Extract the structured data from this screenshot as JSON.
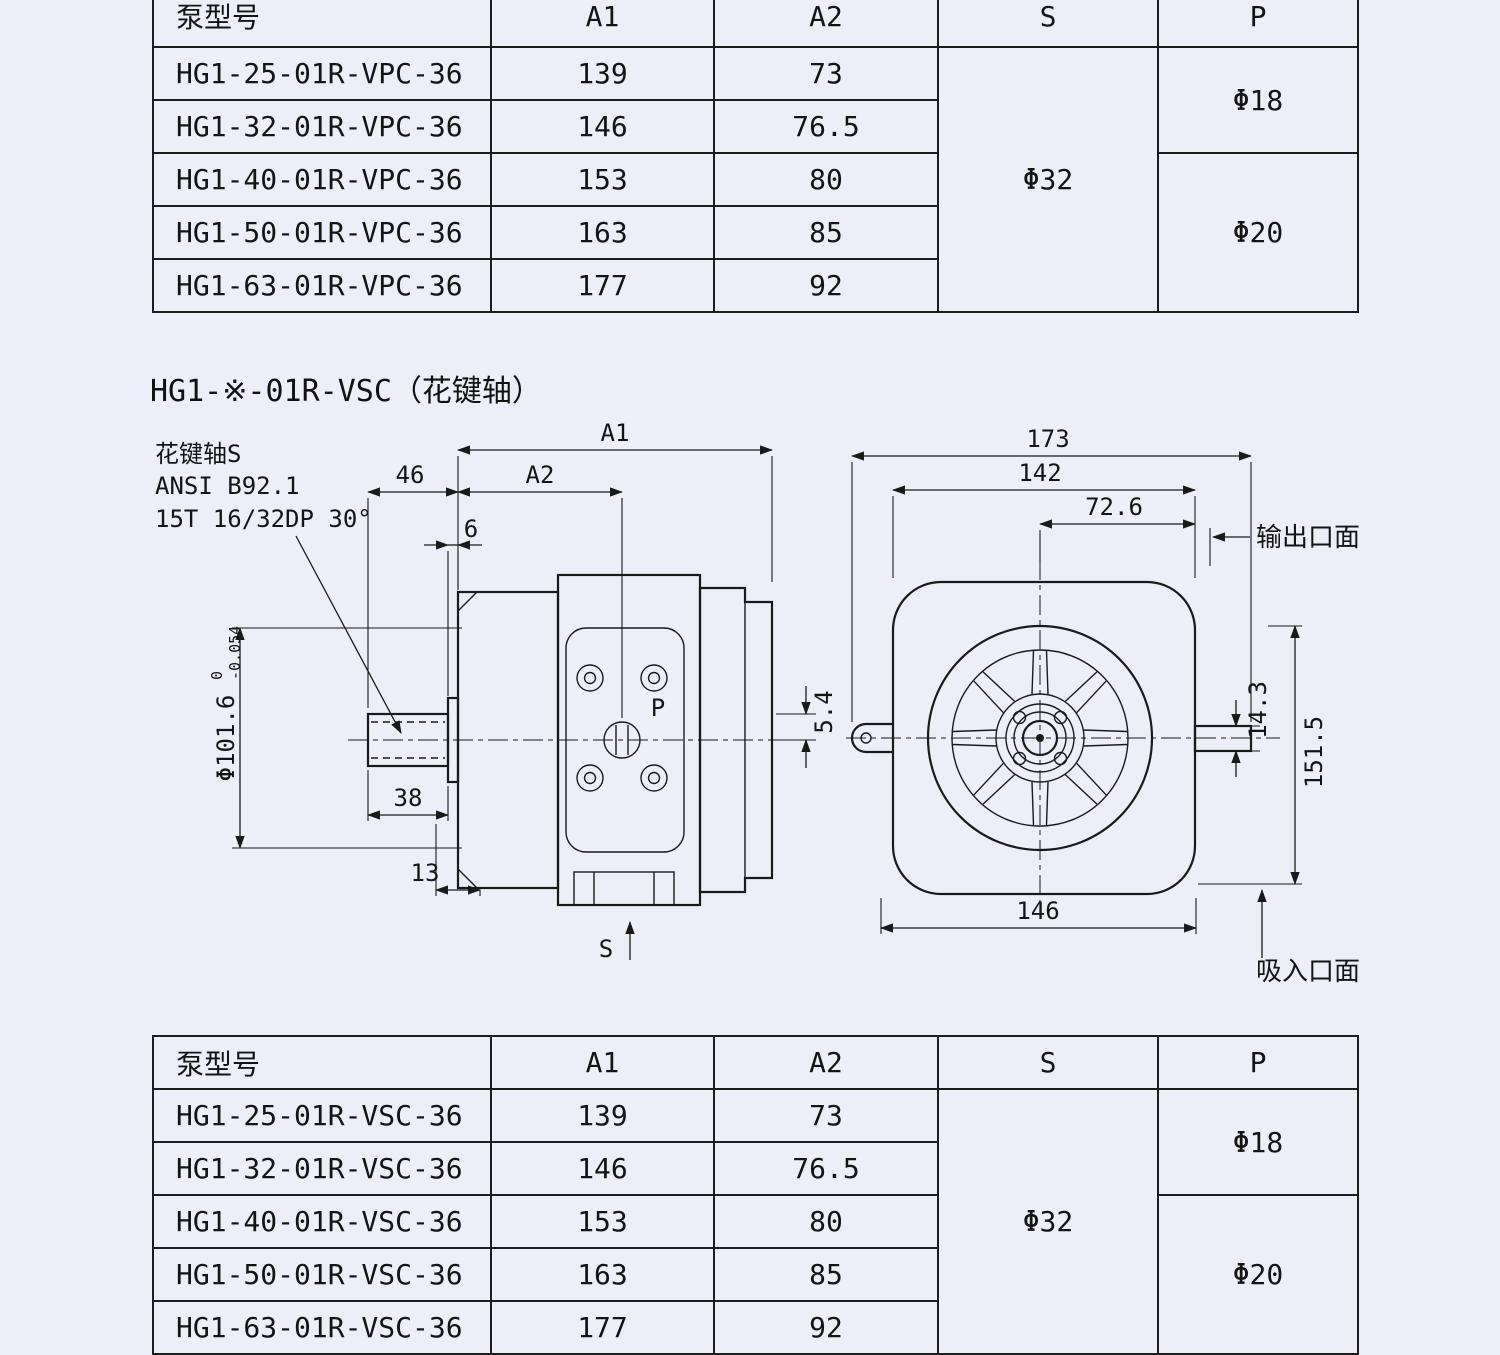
{
  "heading": "HG1-※-01R-VSC（花键轴）",
  "table_top": {
    "headers": [
      "泵型号",
      "A1",
      "A2",
      "S",
      "P"
    ],
    "rows": [
      [
        "HG1-25-01R-VPC-36",
        "139",
        "73"
      ],
      [
        "HG1-32-01R-VPC-36",
        "146",
        "76.5"
      ],
      [
        "HG1-40-01R-VPC-36",
        "153",
        "80"
      ],
      [
        "HG1-50-01R-VPC-36",
        "163",
        "85"
      ],
      [
        "HG1-63-01R-VPC-36",
        "177",
        "92"
      ]
    ],
    "s_value": "Φ32",
    "p_values": [
      "Φ18",
      "Φ20"
    ]
  },
  "table_bottom": {
    "headers": [
      "泵型号",
      "A1",
      "A2",
      "S",
      "P"
    ],
    "rows": [
      [
        "HG1-25-01R-VSC-36",
        "139",
        "73"
      ],
      [
        "HG1-32-01R-VSC-36",
        "146",
        "76.5"
      ],
      [
        "HG1-40-01R-VSC-36",
        "153",
        "80"
      ],
      [
        "HG1-50-01R-VSC-36",
        "163",
        "85"
      ],
      [
        "HG1-63-01R-VSC-36",
        "177",
        "92"
      ]
    ],
    "s_value": "Φ32",
    "p_values": [
      "Φ18",
      "Φ20"
    ]
  },
  "drawing": {
    "note1": "花键轴S",
    "note2": "ANSI B92.1",
    "note3": "15T 16/32DP 30°",
    "side": {
      "a1": "A1",
      "a2": "A2",
      "d46": "46",
      "d6": "6",
      "dia": "Φ101.6",
      "tol_up": "0",
      "tol_low": "-0.054",
      "d38": "38",
      "d13": "13",
      "d54": "5.4",
      "p": "P",
      "s": "S"
    },
    "front": {
      "d173": "173",
      "d142": "142",
      "d726": "72.6",
      "outlet": "输出口面",
      "d143": "14.3",
      "d1515": "151.5",
      "d146": "146",
      "inlet": "吸入口面"
    }
  }
}
